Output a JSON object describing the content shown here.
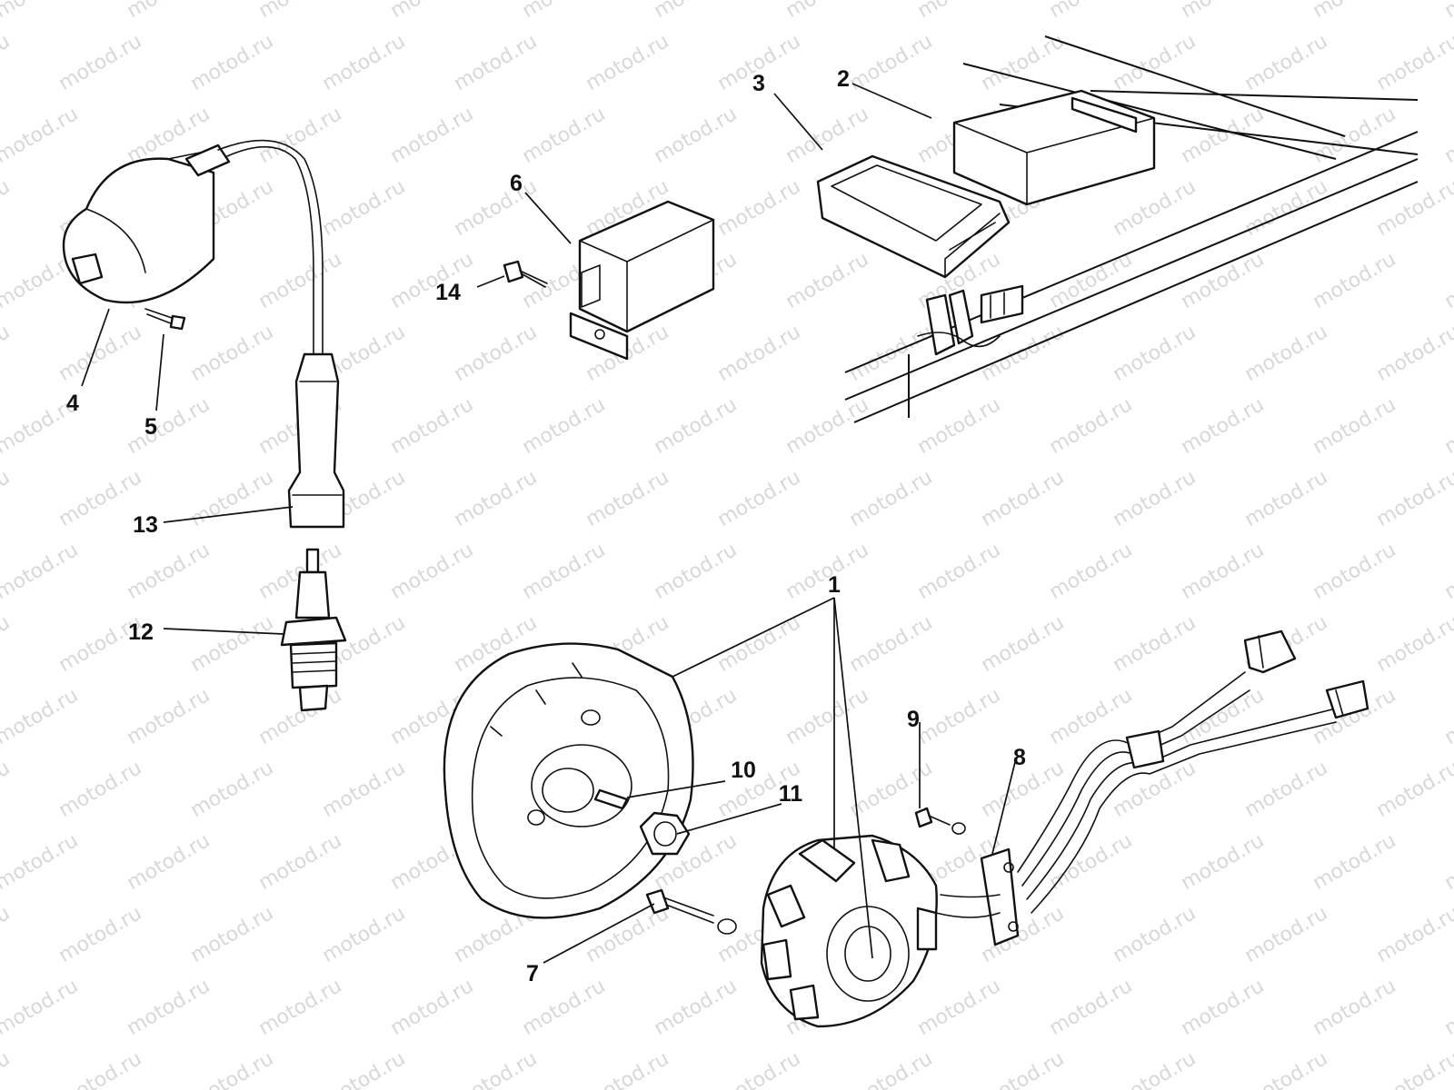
{
  "watermark": {
    "text": "motod.ru"
  },
  "callouts": [
    {
      "id": "1",
      "label": "1"
    },
    {
      "id": "2",
      "label": "2"
    },
    {
      "id": "3",
      "label": "3"
    },
    {
      "id": "4",
      "label": "4"
    },
    {
      "id": "5",
      "label": "5"
    },
    {
      "id": "6",
      "label": "6"
    },
    {
      "id": "7",
      "label": "7"
    },
    {
      "id": "8",
      "label": "8"
    },
    {
      "id": "9",
      "label": "9"
    },
    {
      "id": "10",
      "label": "10"
    },
    {
      "id": "11",
      "label": "11"
    },
    {
      "id": "12",
      "label": "12"
    },
    {
      "id": "13",
      "label": "13"
    },
    {
      "id": "14",
      "label": "14"
    }
  ],
  "colors": {
    "line": "#111111",
    "background": "#ffffff",
    "watermark": "#b8b8b8"
  }
}
